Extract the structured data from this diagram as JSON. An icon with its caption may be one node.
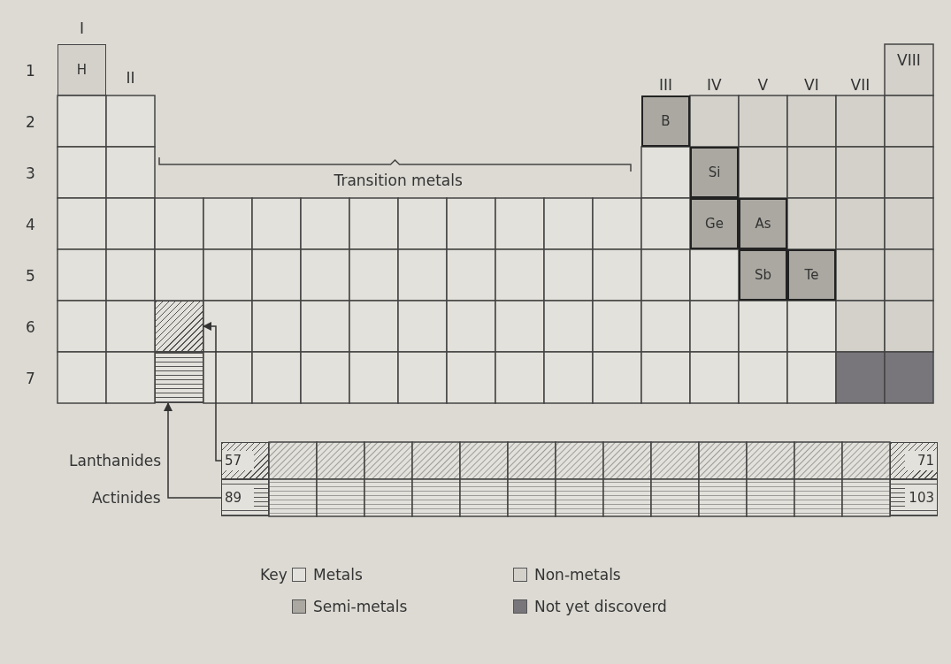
{
  "diagram": {
    "nodes": [
      {
        "text": [
          "H"
        ]
      },
      {
        "text": [
          "B"
        ]
      },
      {
        "text": [
          "Si"
        ]
      },
      {
        "text": [
          "Ge"
        ]
      },
      {
        "text": [
          "As"
        ]
      },
      {
        "text": [
          "Sb"
        ]
      },
      {
        "text": [
          "Te"
        ]
      },
      {
        "text": [],
        "shape": "box"
      },
      {
        "text": [],
        "shape": "box"
      },
      {
        "text": [
          "57"
        ]
      },
      {
        "text": [
          "71"
        ]
      },
      {
        "text": [
          "89"
        ]
      },
      {
        "text": [
          "103"
        ]
      }
    ],
    "edges": [
      {
        "from": 9,
        "to": 7,
        "arrow": "to"
      },
      {
        "from": 11,
        "to": 8,
        "arrow": "to"
      }
    ],
    "labels": [
      "I",
      "1",
      "II",
      "2",
      "VIII",
      "III",
      "IV",
      "V",
      "VI",
      "VII",
      "3",
      "Transition metals",
      "4",
      "5",
      "6",
      "7",
      "Lanthanides",
      "Actinides",
      "Key"
    ],
    "legend": [
      {
        "text": "Metals",
        "color": "#e3e1db"
      },
      {
        "text": "Non-metals",
        "color": "#d3d1ca"
      },
      {
        "text": "Semi-metals",
        "color": "#aaa8a1"
      },
      {
        "text": "Not yet discoverd",
        "color": "#78767b"
      }
    ]
  }
}
